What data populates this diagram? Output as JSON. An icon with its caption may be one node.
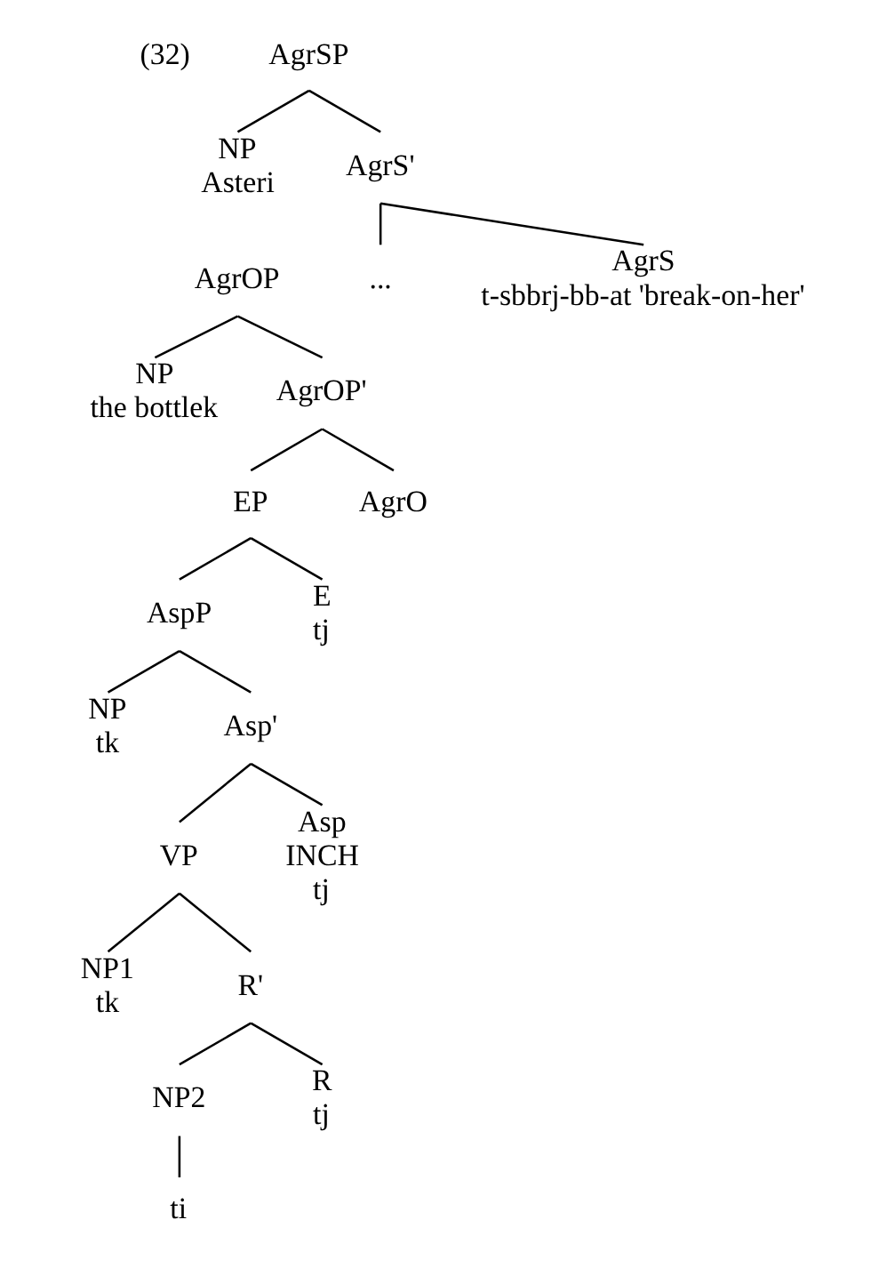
{
  "diagram": {
    "nodes": [
      {
        "text": [
          "AgrSP"
        ]
      },
      {
        "text": [
          "NP",
          "Asteri"
        ]
      },
      {
        "text": [
          "AgrS'"
        ]
      },
      {
        "text": [
          "..."
        ]
      },
      {
        "text": [
          "AgrS",
          "t-sbbrj-bb-at 'break-on-her'"
        ]
      },
      {
        "text": [
          "AgrOP"
        ]
      },
      {
        "text": [
          "NP",
          "the bottlek"
        ]
      },
      {
        "text": [
          "AgrOP'"
        ]
      },
      {
        "text": [
          "EP"
        ]
      },
      {
        "text": [
          "AgrO"
        ]
      },
      {
        "text": [
          "AspP"
        ]
      },
      {
        "text": [
          "E",
          "tj"
        ]
      },
      {
        "text": [
          "NP",
          "tk"
        ]
      },
      {
        "text": [
          "Asp'"
        ]
      },
      {
        "text": [
          "VP"
        ]
      },
      {
        "text": [
          "Asp",
          "INCH",
          "tj"
        ]
      },
      {
        "text": [
          "NP1",
          "tk"
        ]
      },
      {
        "text": [
          "R'"
        ]
      },
      {
        "text": [
          "NP2"
        ]
      },
      {
        "text": [
          "R",
          "tj"
        ]
      },
      {
        "text": [
          "ti"
        ]
      }
    ],
    "edges": [
      {
        "from": 0,
        "to": 1,
        "arrow": "none"
      },
      {
        "from": 0,
        "to": 2,
        "arrow": "none"
      },
      {
        "from": 2,
        "to": 3,
        "arrow": "none"
      },
      {
        "from": 2,
        "to": 4,
        "arrow": "none"
      },
      {
        "from": 5,
        "to": 6,
        "arrow": "none"
      },
      {
        "from": 5,
        "to": 7,
        "arrow": "none"
      },
      {
        "from": 7,
        "to": 8,
        "arrow": "none"
      },
      {
        "from": 7,
        "to": 9,
        "arrow": "none"
      },
      {
        "from": 8,
        "to": 10,
        "arrow": "none"
      },
      {
        "from": 8,
        "to": 11,
        "arrow": "none"
      },
      {
        "from": 10,
        "to": 12,
        "arrow": "none"
      },
      {
        "from": 10,
        "to": 13,
        "arrow": "none"
      },
      {
        "from": 13,
        "to": 14,
        "arrow": "none"
      },
      {
        "from": 13,
        "to": 15,
        "arrow": "none"
      },
      {
        "from": 14,
        "to": 16,
        "arrow": "none"
      },
      {
        "from": 14,
        "to": 17,
        "arrow": "none"
      },
      {
        "from": 17,
        "to": 18,
        "arrow": "none"
      },
      {
        "from": 17,
        "to": 19,
        "arrow": "none"
      },
      {
        "from": 18,
        "to": 20,
        "arrow": "none"
      }
    ],
    "labels": [
      "(32)"
    ]
  }
}
